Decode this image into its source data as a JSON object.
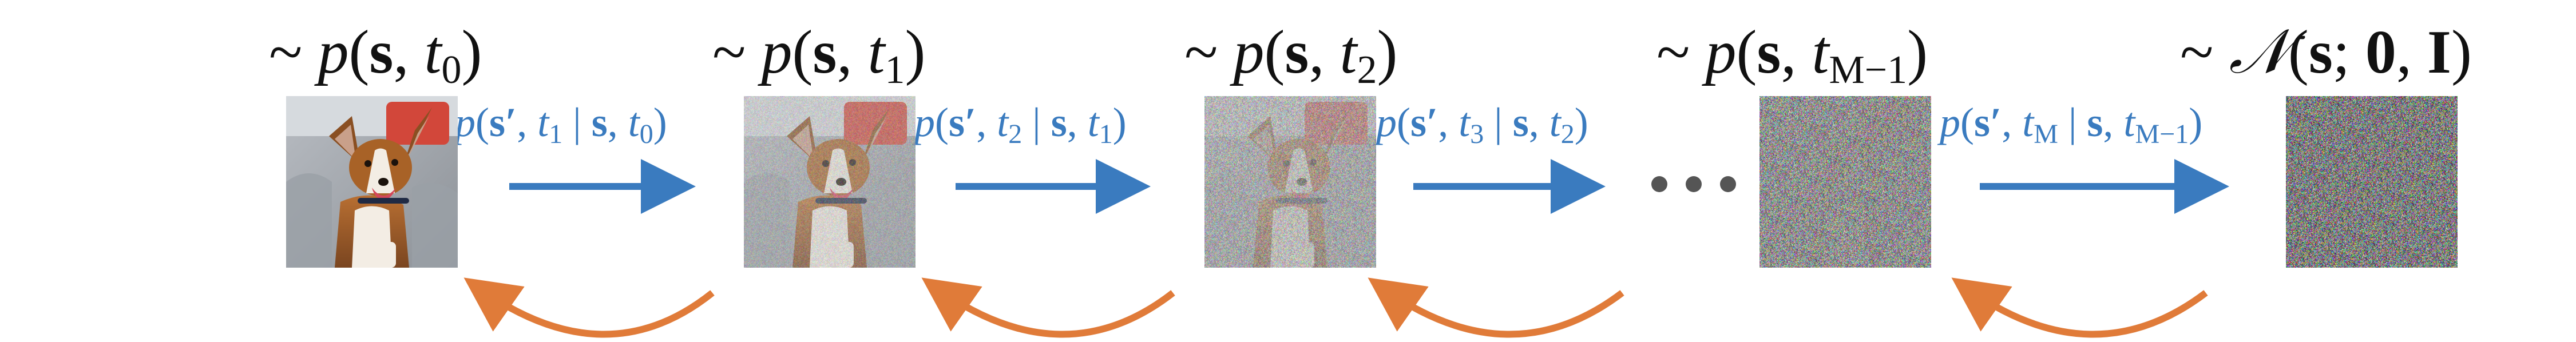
{
  "distributions": [
    {
      "prefix": "~ ",
      "fn": "p",
      "var": "s",
      "time": "t",
      "sub": "0"
    },
    {
      "prefix": "~ ",
      "fn": "p",
      "var": "s",
      "time": "t",
      "sub": "1"
    },
    {
      "prefix": "~ ",
      "fn": "p",
      "var": "s",
      "time": "t",
      "sub": "2"
    },
    {
      "prefix": "~ ",
      "fn": "p",
      "var": "s",
      "time": "t",
      "sub": "M−1"
    },
    {
      "prefix": "~ ",
      "fn": "𝒩",
      "var": "s",
      "mean": "0",
      "cov": "I"
    }
  ],
  "transitions": [
    {
      "fn": "p",
      "next": "s′",
      "t_next": "1",
      "cond": "s",
      "t_prev": "0"
    },
    {
      "fn": "p",
      "next": "s′",
      "t_next": "2",
      "cond": "s",
      "t_prev": "1"
    },
    {
      "fn": "p",
      "next": "s′",
      "t_next": "3",
      "cond": "s",
      "t_prev": "2"
    },
    {
      "fn": "p",
      "next": "s′",
      "t_next": "M",
      "cond": "s",
      "t_prev": "M−1"
    }
  ],
  "ellipsis": "• • •",
  "image_noise_levels": [
    0.0,
    0.25,
    0.5,
    0.85,
    1.0
  ],
  "colors": {
    "forward_arrow": "#3a7bbf",
    "reverse_arrow": "#e07b39",
    "label_text": "#111111",
    "ellipsis_dots": "#555555"
  }
}
